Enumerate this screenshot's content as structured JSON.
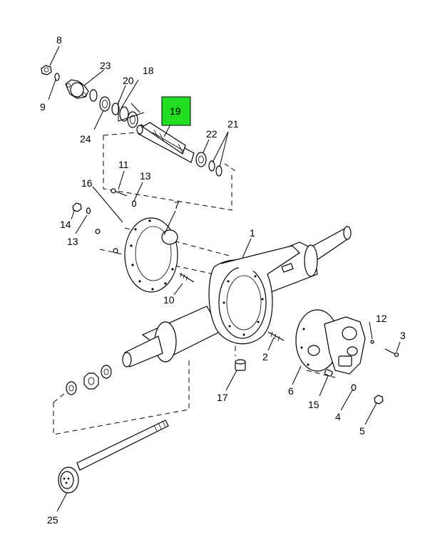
{
  "diagram": {
    "highlight_color": "#22dd22",
    "highlighted_callout": "19",
    "callouts": {
      "c1": "1",
      "c2": "2",
      "c3": "3",
      "c4": "4",
      "c5": "5",
      "c6": "6",
      "c7": "7",
      "c8": "8",
      "c9": "9",
      "c10": "10",
      "c11": "11",
      "c12": "12",
      "c13a": "13",
      "c13b": "13",
      "c14": "14",
      "c15": "15",
      "c16": "16",
      "c17": "17",
      "c18": "18",
      "c19": "19",
      "c20": "20",
      "c21": "21",
      "c22": "22",
      "c23": "23",
      "c24": "24",
      "c25": "25"
    }
  }
}
